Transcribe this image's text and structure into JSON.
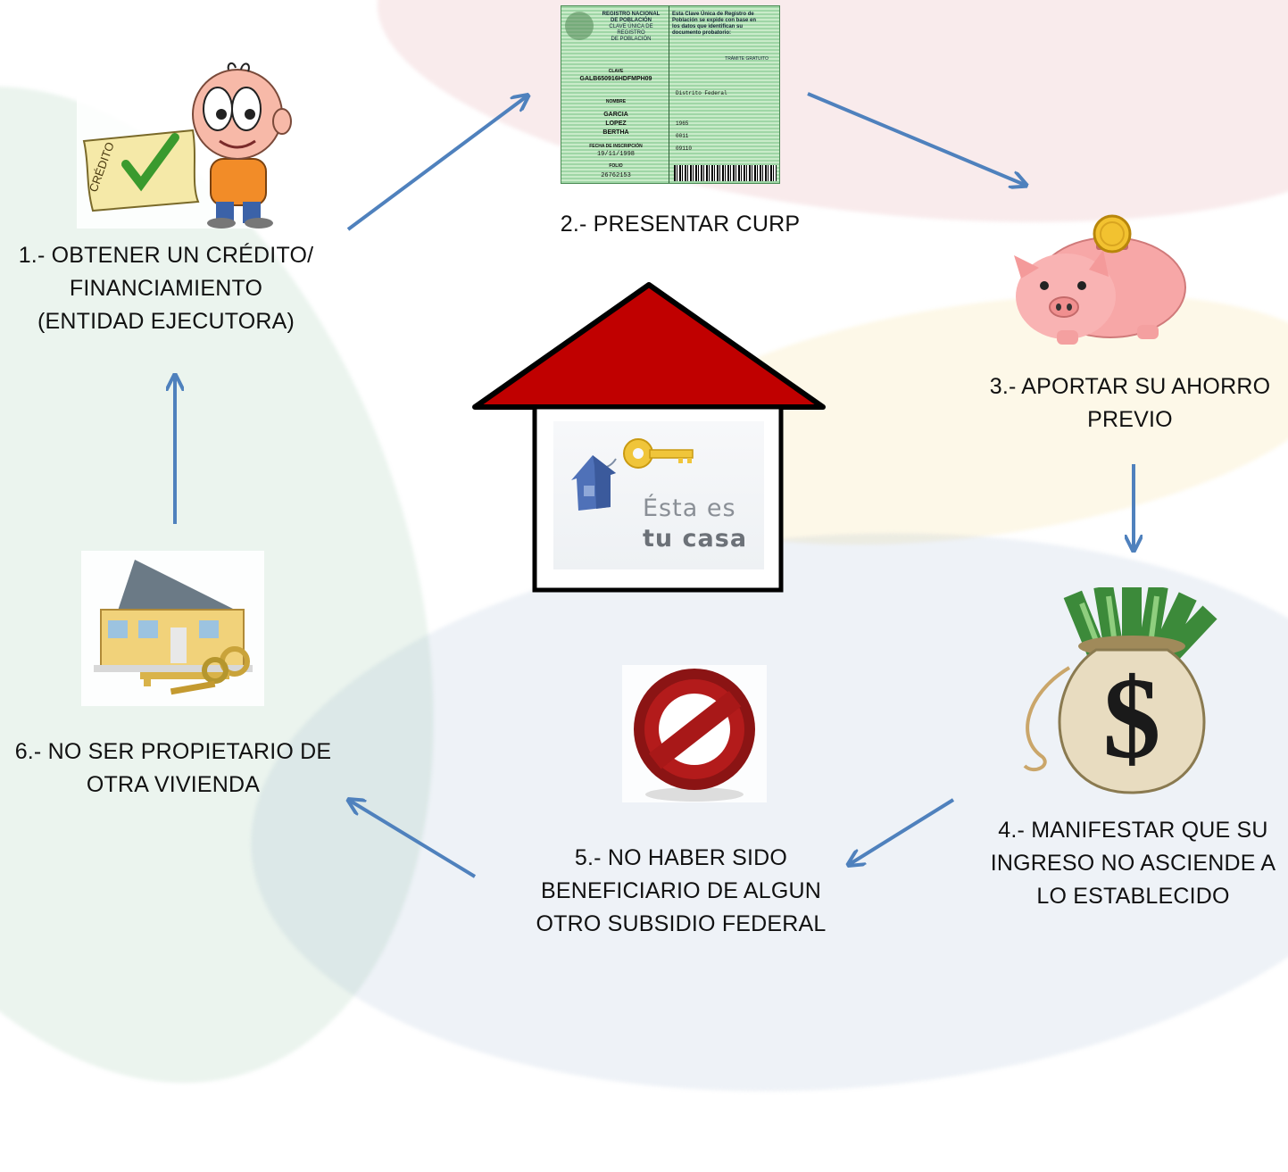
{
  "steps": [
    {
      "id": "step1",
      "lines": [
        "1.- OBTENER UN CRÉDITO/",
        "FINANCIAMIENTO",
        "(ENTIDAD EJECUTORA)"
      ],
      "icon": "credit-approval-icon"
    },
    {
      "id": "step2",
      "lines": [
        "2.- PRESENTAR CURP"
      ],
      "icon": "curp-card-icon"
    },
    {
      "id": "step3",
      "lines": [
        "3.- APORTAR SU AHORRO",
        "PREVIO"
      ],
      "icon": "piggy-bank-icon"
    },
    {
      "id": "step4",
      "lines": [
        "4.- MANIFESTAR QUE SU",
        "INGRESO  NO ASCIENDE A",
        "LO ESTABLECIDO"
      ],
      "icon": "money-bag-icon"
    },
    {
      "id": "step5",
      "lines": [
        "5.- NO HABER SIDO",
        "BENEFICIARIO DE ALGUN",
        "OTRO SUBSIDIO FEDERAL"
      ],
      "icon": "prohibited-icon"
    },
    {
      "id": "step6",
      "lines": [
        "6.- NO SER PROPIETARIO DE",
        "OTRA VIVIENDA"
      ],
      "icon": "house-keys-icon"
    }
  ],
  "center_logo": {
    "line1": "Ésta es",
    "line2": "tu casa",
    "icon": "house-key-logo-icon"
  },
  "curp_card": {
    "header_left": [
      "REGISTRO NACIONAL",
      "DE POBLACIÓN",
      "CLAVE ÚNICA DE REGISTRO",
      "DE POBLACIÓN"
    ],
    "header_right": [
      "Esta Clave Única de Registro de",
      "Población se expide con base en",
      "los datos que identifican su",
      "documento probatorio:"
    ],
    "tramite": "TRÁMITE GRATUITO",
    "clave_label": "CLAVE",
    "clave": "GALB650916HDFMPH09",
    "nombre_label": "NOMBRE",
    "nombre": [
      "GARCIA",
      "LOPEZ",
      "BERTHA"
    ],
    "fecha_label": "FECHA DE INSCRIPCIÓN",
    "fecha": "19/11/1998",
    "folio_label": "FOLIO",
    "folio": "26762153",
    "right_values": [
      "Distrito Federal",
      "1965",
      "0011",
      "09110"
    ]
  },
  "colors": {
    "arrow": "#4f81bd",
    "roof": "#c00000",
    "house_outline": "#000000",
    "text": "#111111"
  }
}
